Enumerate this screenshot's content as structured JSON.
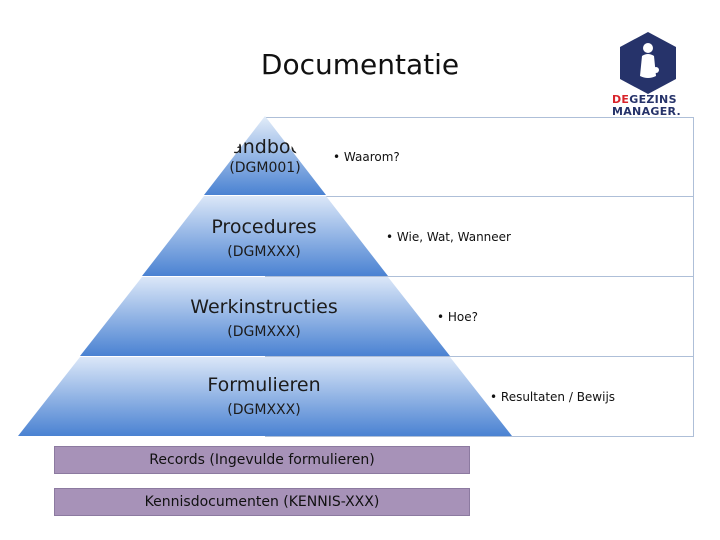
{
  "title": "Documentatie",
  "logo": {
    "text_de": "DE",
    "text_gezins": "GEZINS",
    "text_manager": "MANAGER.",
    "color_navy": "#26336a",
    "color_red": "#d8232a"
  },
  "levels": [
    {
      "name": "Handboek",
      "code": "(DGM001)",
      "bullet": "• Waarom?"
    },
    {
      "name": "Procedures",
      "code": "(DGMXXX)",
      "bullet": "• Wie, Wat, Wanneer"
    },
    {
      "name": "Werkinstructies",
      "code": "(DGMXXX)",
      "bullet": "• Hoe?"
    },
    {
      "name": "Formulieren",
      "code": "(DGMXXX)",
      "bullet": "• Resultaten / Bewijs"
    }
  ],
  "bars": [
    {
      "label": "Records (Ingevulde formulieren)"
    },
    {
      "label": "Kennisdocumenten (KENNIS-XXX)"
    }
  ],
  "colors": {
    "pyramid_light": "#d6e4f7",
    "pyramid_dark": "#3f78cc",
    "bar_fill": "#a792b8",
    "box_border": "#aebfd8"
  }
}
